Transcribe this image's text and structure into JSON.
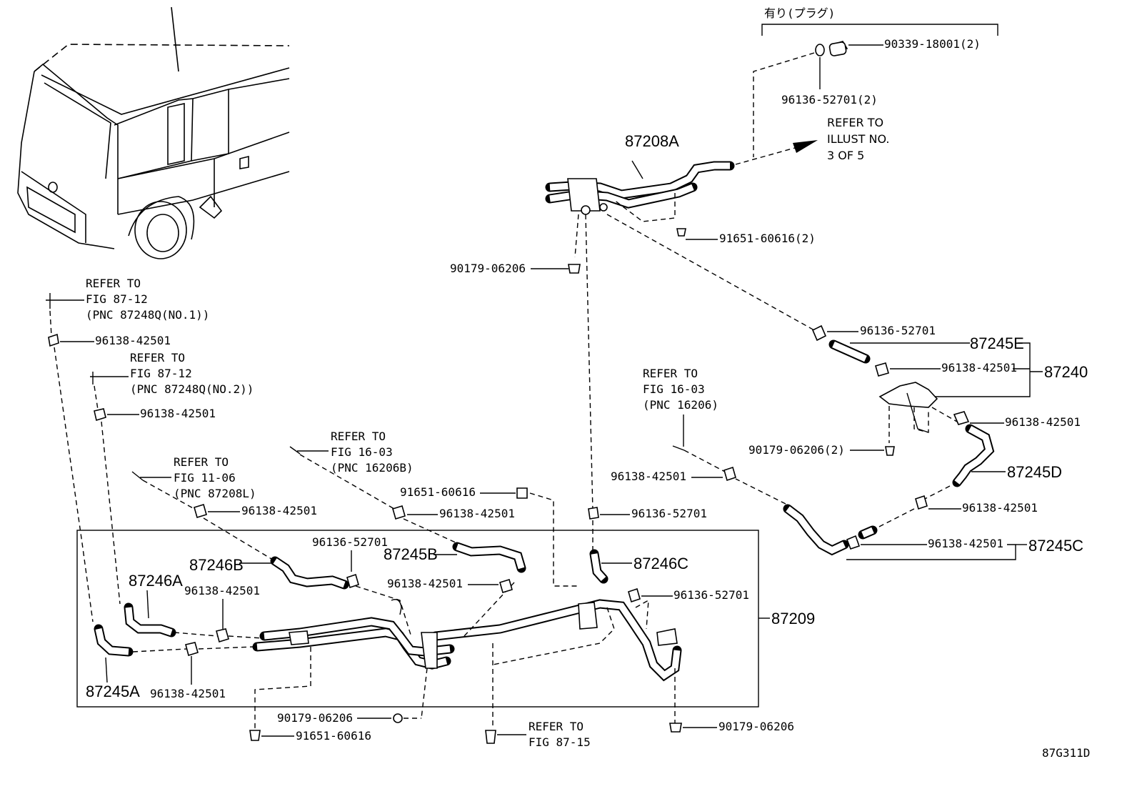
{
  "labels": {
    "plug_note": "有り(プラグ)",
    "p90339": "90339-18001(2)",
    "p96136_top": "96136-52701(2)",
    "refer_illust_1": "REFER TO",
    "refer_illust_2": "ILLUST NO.",
    "refer_illust_3": "3 OF 5",
    "p87208A": "87208A",
    "p91651_2": "91651-60616(2)",
    "p90179_top": "90179-06206",
    "refer1_a": "REFER TO",
    "refer1_b": "FIG 87-12",
    "refer1_c": "(PNC 87248Q(NO.1))",
    "p96138_a": "96138-42501",
    "refer2_a": "REFER TO",
    "refer2_b": "FIG 87-12",
    "refer2_c": "(PNC 87248Q(NO.2))",
    "p96138_b": "96138-42501",
    "refer3_a": "REFER TO",
    "refer3_b": "FIG 11-06",
    "refer3_c": "(PNC 87208L)",
    "p96138_c": "96138-42501",
    "refer4_a": "REFER TO",
    "refer4_b": "FIG 16-03",
    "refer4_c": "(PNC 16206B)",
    "p91651_mid": "91651-60616",
    "p96138_d": "96138-42501",
    "p96136_mid": "96136-52701",
    "p96136_52701_a": "96136-52701",
    "p87245E": "87245E",
    "p96138_e": "96138-42501",
    "p87240": "87240",
    "refer5_a": "REFER TO",
    "refer5_b": "FIG 16-03",
    "refer5_c": "(PNC 16206)",
    "p96138_f": "96138-42501",
    "p90179_2": "90179-06206(2)",
    "p96138_g": "96138-42501",
    "p87245D": "87245D",
    "p96138_h": "96138-42501",
    "p96138_i": "96138-42501",
    "p87245C": "87245C",
    "p96136_b": "96136-52701",
    "p87246B": "87246B",
    "p87245B": "87245B",
    "p96138_j": "96138-42501",
    "p87246C": "87246C",
    "p96136_c": "96136-52701",
    "p87246A": "87246A",
    "p96138_k": "96138-42501",
    "p87209": "87209",
    "p87245A": "87245A",
    "p96138_l": "96138-42501",
    "p90179_bot": "90179-06206",
    "p91651_bot": "91651-60616",
    "refer6_a": "REFER TO",
    "refer6_b": "FIG 87-15",
    "p90179_br": "90179-06206",
    "illust_code": "87G311D"
  }
}
